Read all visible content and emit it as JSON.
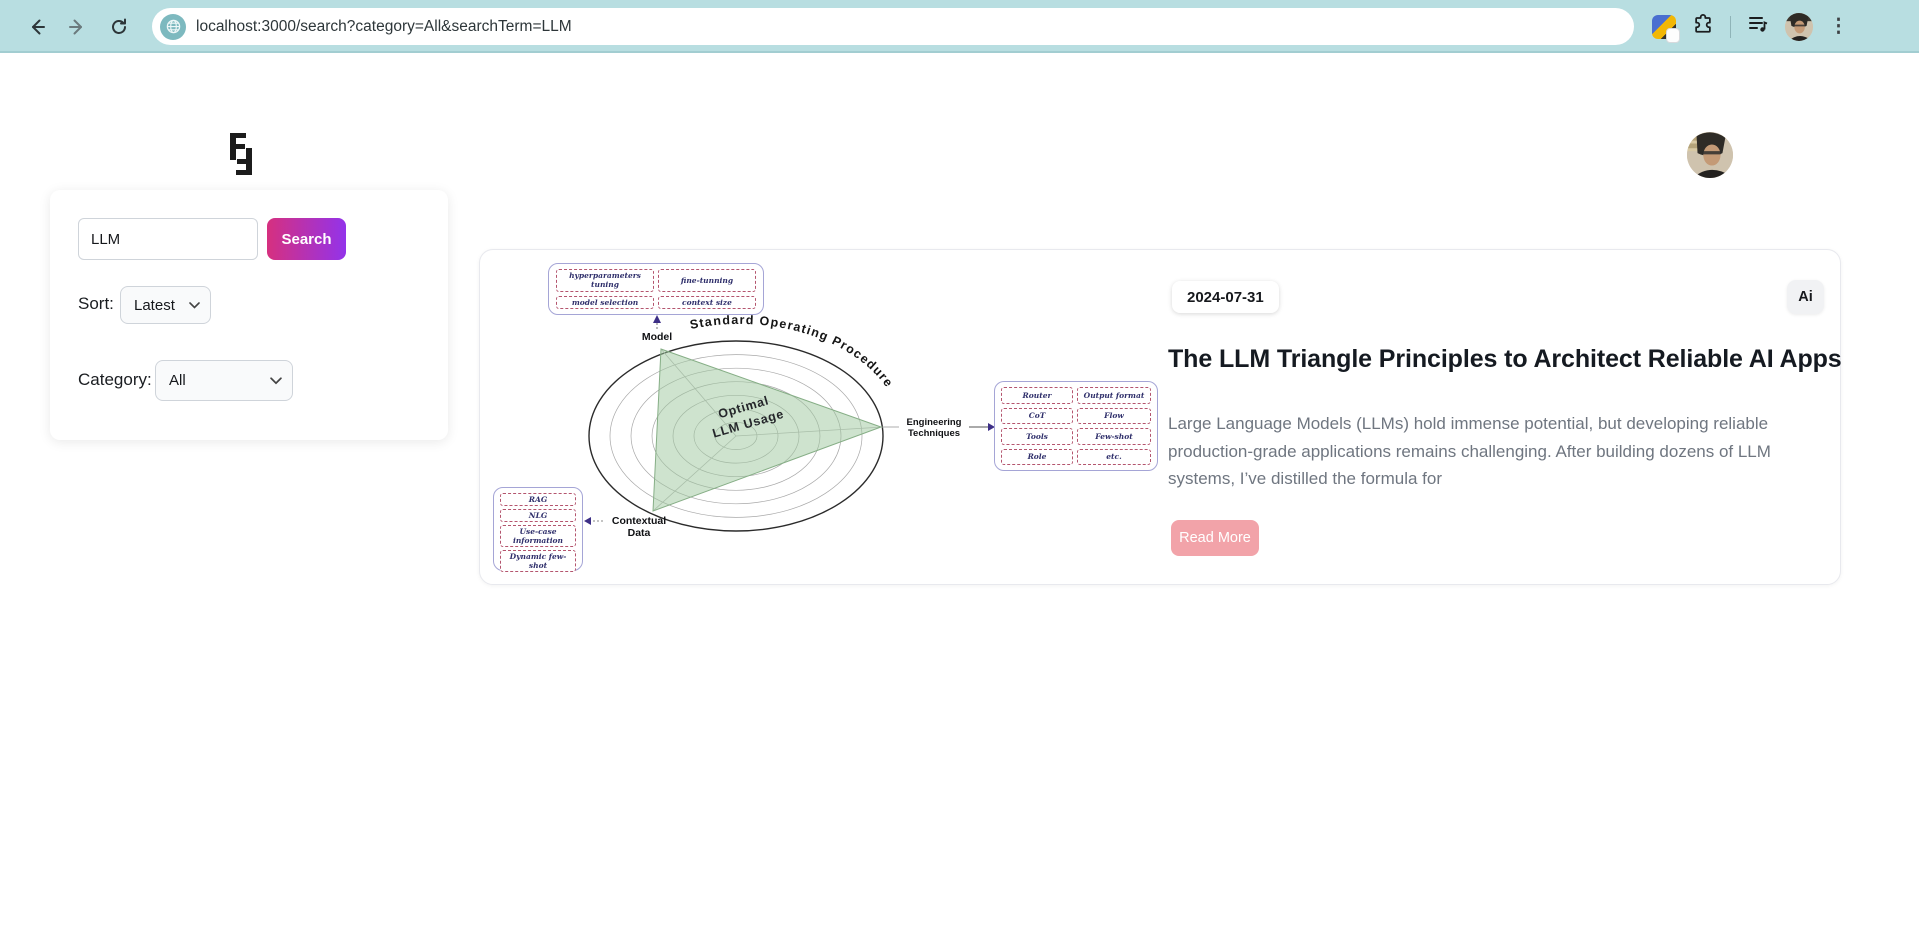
{
  "toolbar": {
    "url": "localhost:3000/search?category=All&searchTerm=LLM",
    "icons": {
      "back": "arrow-left",
      "forward": "arrow-right",
      "reload": "circular-arrow",
      "site_info": "globe",
      "extension_custom": "colorful-badge",
      "extensions": "puzzle-piece",
      "media": "playlist-note",
      "profile": "user-photo",
      "overflow": "⋮"
    }
  },
  "header": {
    "logo": "double-F monogram",
    "profile": "user-photo"
  },
  "filters": {
    "search_value": "LLM",
    "search_button_label": "Search",
    "sort_label": "Sort:",
    "sort_selected": "Latest",
    "category_label": "Category:",
    "category_selected": "All"
  },
  "result_card": {
    "date": "2024-07-31",
    "category_badge": "Ai",
    "title": "The LLM Triangle Principles to Architect Reliable AI Apps",
    "excerpt": "Large Language Models (LLMs) hold immense potential, but developing reliable production-grade applications remains challenging. After building dozens of LLM systems, I’ve distilled the formula for",
    "read_more_label": "Read More"
  },
  "diagram": {
    "arc_title": "Standard Operating Procedure",
    "center": [
      "Optimal",
      "LLM Usage"
    ],
    "model": {
      "label": "Model",
      "items": [
        "hyperparameters tuning",
        "fine-tunning",
        "model selection",
        "context size"
      ]
    },
    "engineering": {
      "label_lines": [
        "Engineering",
        "Techniques"
      ],
      "items": [
        "Router",
        "CoT",
        "Tools",
        "Role",
        "Output format",
        "Flow",
        "Few-shot",
        "etc."
      ]
    },
    "contextual": {
      "label_lines": [
        "Contextual",
        "Data"
      ],
      "items": [
        "RAG",
        "NLG",
        "Use-case information",
        "Dynamic few-shot"
      ]
    }
  },
  "colors": {
    "chrome_bg": "#b8dee1",
    "search_gradient_from": "#d6307f",
    "search_gradient_to": "#9333ea",
    "read_more_bg": "#f2a3a9",
    "triangle_fill": "#9ec79e"
  }
}
